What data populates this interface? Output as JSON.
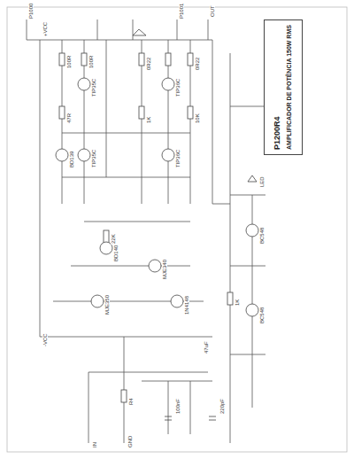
{
  "diagram": {
    "nodes": [
      {
        "text": [
          "AMPLIFICADOR DE POTÊNCIA 150W RMS",
          "P1200R4"
        ]
      }
    ],
    "edges": [],
    "labels": [
      "P1000",
      "P1001",
      "OUT",
      "+VCC",
      "-VCC",
      "TIP35C",
      "TIP36C",
      "TIP35C",
      "TIP36C",
      "BD139",
      "BD140",
      "0R22",
      "0R22",
      "100R",
      "100R",
      "47R",
      "1K",
      "10K",
      "22K",
      "MJE340",
      "MJE350",
      "1N4148",
      "220pF",
      "100nF",
      "47uF",
      "LED",
      "1K",
      "BC548",
      "BC548",
      "IN",
      "GND",
      "R4"
    ]
  }
}
